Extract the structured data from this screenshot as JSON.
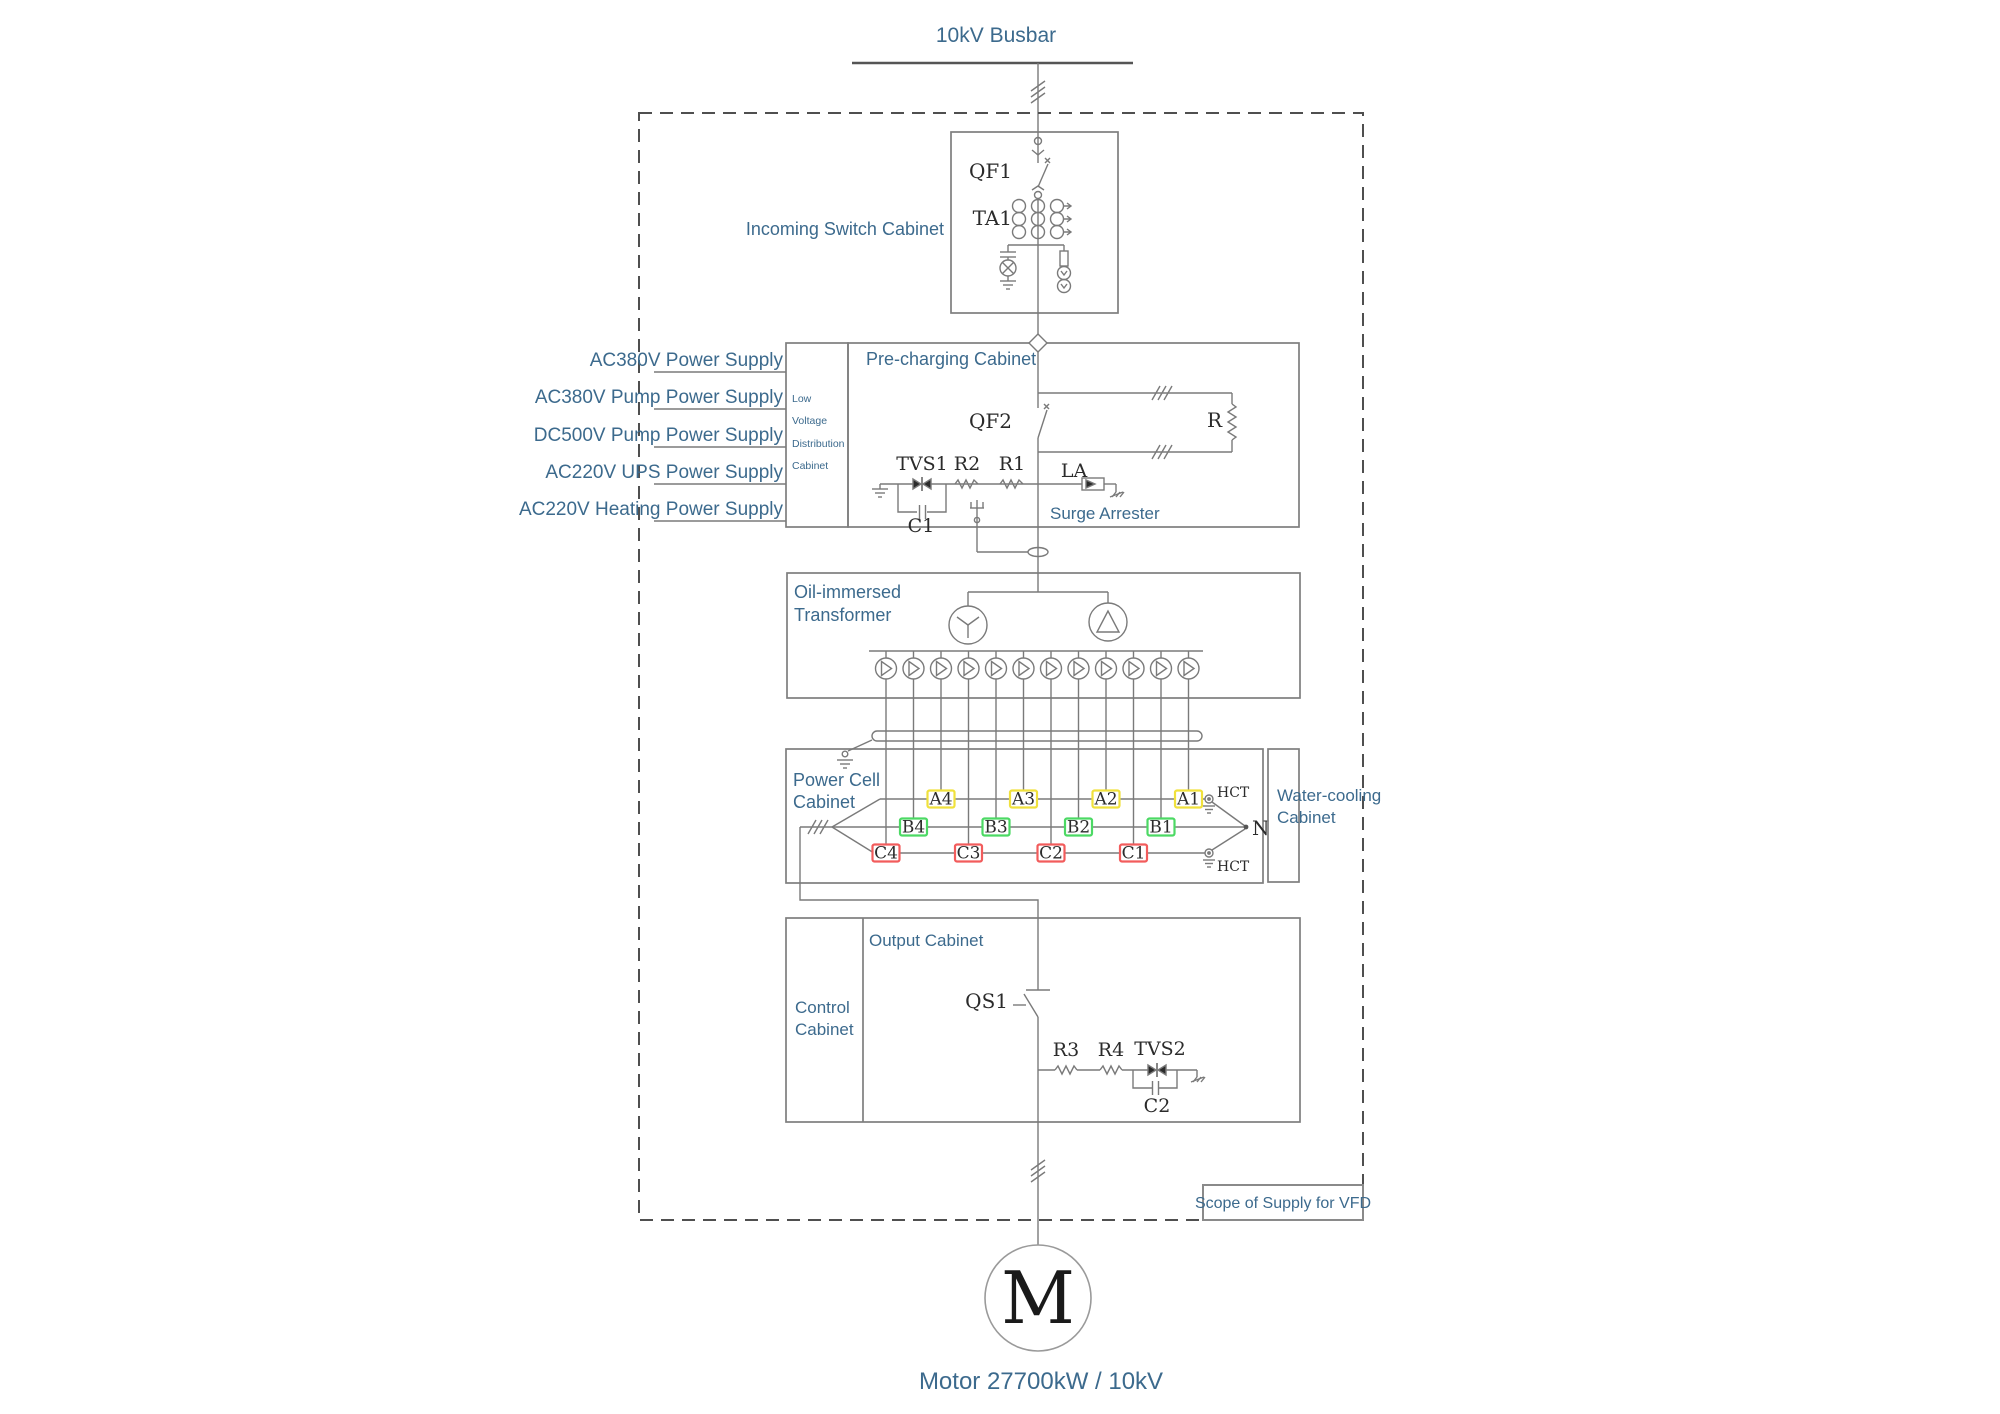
{
  "busbar": {
    "title": "10kV Busbar"
  },
  "scope": {
    "label": "Scope of Supply for VFD"
  },
  "incoming": {
    "label": "Incoming Switch Cabinet",
    "breaker": "QF1",
    "ct": "TA1"
  },
  "supplies": {
    "items": [
      "AC380V Power Supply",
      "AC380V Pump Power Supply",
      "DC500V Pump Power Supply",
      "AC220V UPS Power Supply",
      "AC220V Heating Power Supply"
    ]
  },
  "lv_cabinet": {
    "lines": [
      "Low",
      "Voltage",
      "Distribution",
      "Cabinet"
    ]
  },
  "precharge": {
    "label": "Pre-charging Cabinet",
    "breaker": "QF2",
    "bypass_resistor": "R",
    "tvs": "TVS1",
    "r2": "R2",
    "r1": "R1",
    "arrester": "LA",
    "cap": "C1",
    "surge_label": "Surge Arrester"
  },
  "transformer": {
    "line1": "Oil-immersed",
    "line2": "Transformer"
  },
  "power_cell": {
    "line1": "Power Cell",
    "line2": "Cabinet",
    "hct_top": "HCT",
    "hct_bottom": "HCT",
    "neutral": "N",
    "cells": [
      {
        "label": "A4"
      },
      {
        "label": "A3"
      },
      {
        "label": "A2"
      },
      {
        "label": "A1"
      },
      {
        "label": "B4"
      },
      {
        "label": "B3"
      },
      {
        "label": "B2"
      },
      {
        "label": "B1"
      },
      {
        "label": "C4"
      },
      {
        "label": "C3"
      },
      {
        "label": "C2"
      },
      {
        "label": "C1"
      }
    ]
  },
  "water_cooling": {
    "line1": "Water-cooling",
    "line2": "Cabinet"
  },
  "output": {
    "label": "Output Cabinet",
    "switch": "QS1",
    "r3": "R3",
    "r4": "R4",
    "tvs2": "TVS2",
    "cap": "C2"
  },
  "control": {
    "line1": "Control",
    "line2": "Cabinet"
  },
  "motor": {
    "symbol": "M",
    "label": "Motor 27700kW / 10kV"
  },
  "colors": {
    "label_blue": "#3c6a8d",
    "wire_gray": "#7a7a7a",
    "cell_row_a": "#f0e13c",
    "cell_row_b": "#4cd964",
    "cell_row_c": "#f25c5c"
  }
}
